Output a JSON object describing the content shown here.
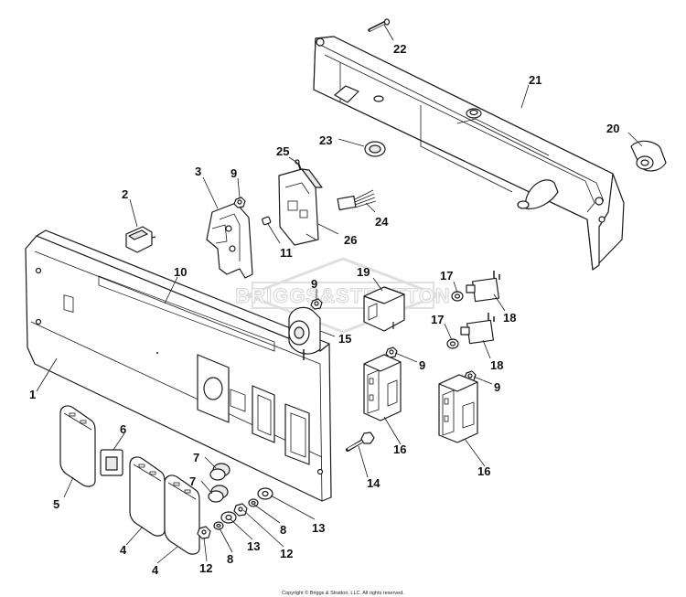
{
  "watermark": {
    "text": "BRIGGS&STRATTON"
  },
  "copyright": "Copyright © Briggs & Stratton, LLC. All rights reserved.",
  "callouts": [
    {
      "id": "c-22",
      "label": "22"
    },
    {
      "id": "c-21",
      "label": "21"
    },
    {
      "id": "c-20",
      "label": "20"
    },
    {
      "id": "c-23",
      "label": "23"
    },
    {
      "id": "c-25",
      "label": "25"
    },
    {
      "id": "c-3",
      "label": "3"
    },
    {
      "id": "c-9a",
      "label": "9"
    },
    {
      "id": "c-2",
      "label": "2"
    },
    {
      "id": "c-24",
      "label": "24"
    },
    {
      "id": "c-11",
      "label": "11"
    },
    {
      "id": "c-26",
      "label": "26"
    },
    {
      "id": "c-10",
      "label": "10"
    },
    {
      "id": "c-19",
      "label": "19"
    },
    {
      "id": "c-17a",
      "label": "17"
    },
    {
      "id": "c-9b",
      "label": "9"
    },
    {
      "id": "c-18a",
      "label": "18"
    },
    {
      "id": "c-17b",
      "label": "17"
    },
    {
      "id": "c-15",
      "label": "15"
    },
    {
      "id": "c-18b",
      "label": "18"
    },
    {
      "id": "c-9c",
      "label": "9"
    },
    {
      "id": "c-1",
      "label": "1"
    },
    {
      "id": "c-9d",
      "label": "9"
    },
    {
      "id": "c-16a",
      "label": "16"
    },
    {
      "id": "c-16b",
      "label": "16"
    },
    {
      "id": "c-6",
      "label": "6"
    },
    {
      "id": "c-14",
      "label": "14"
    },
    {
      "id": "c-7a",
      "label": "7"
    },
    {
      "id": "c-5",
      "label": "5"
    },
    {
      "id": "c-7b",
      "label": "7"
    },
    {
      "id": "c-13a",
      "label": "13"
    },
    {
      "id": "c-8a",
      "label": "8"
    },
    {
      "id": "c-4a",
      "label": "4"
    },
    {
      "id": "c-13b",
      "label": "13"
    },
    {
      "id": "c-12a",
      "label": "12"
    },
    {
      "id": "c-8b",
      "label": "8"
    },
    {
      "id": "c-4b",
      "label": "4"
    },
    {
      "id": "c-12b",
      "label": "12"
    }
  ]
}
